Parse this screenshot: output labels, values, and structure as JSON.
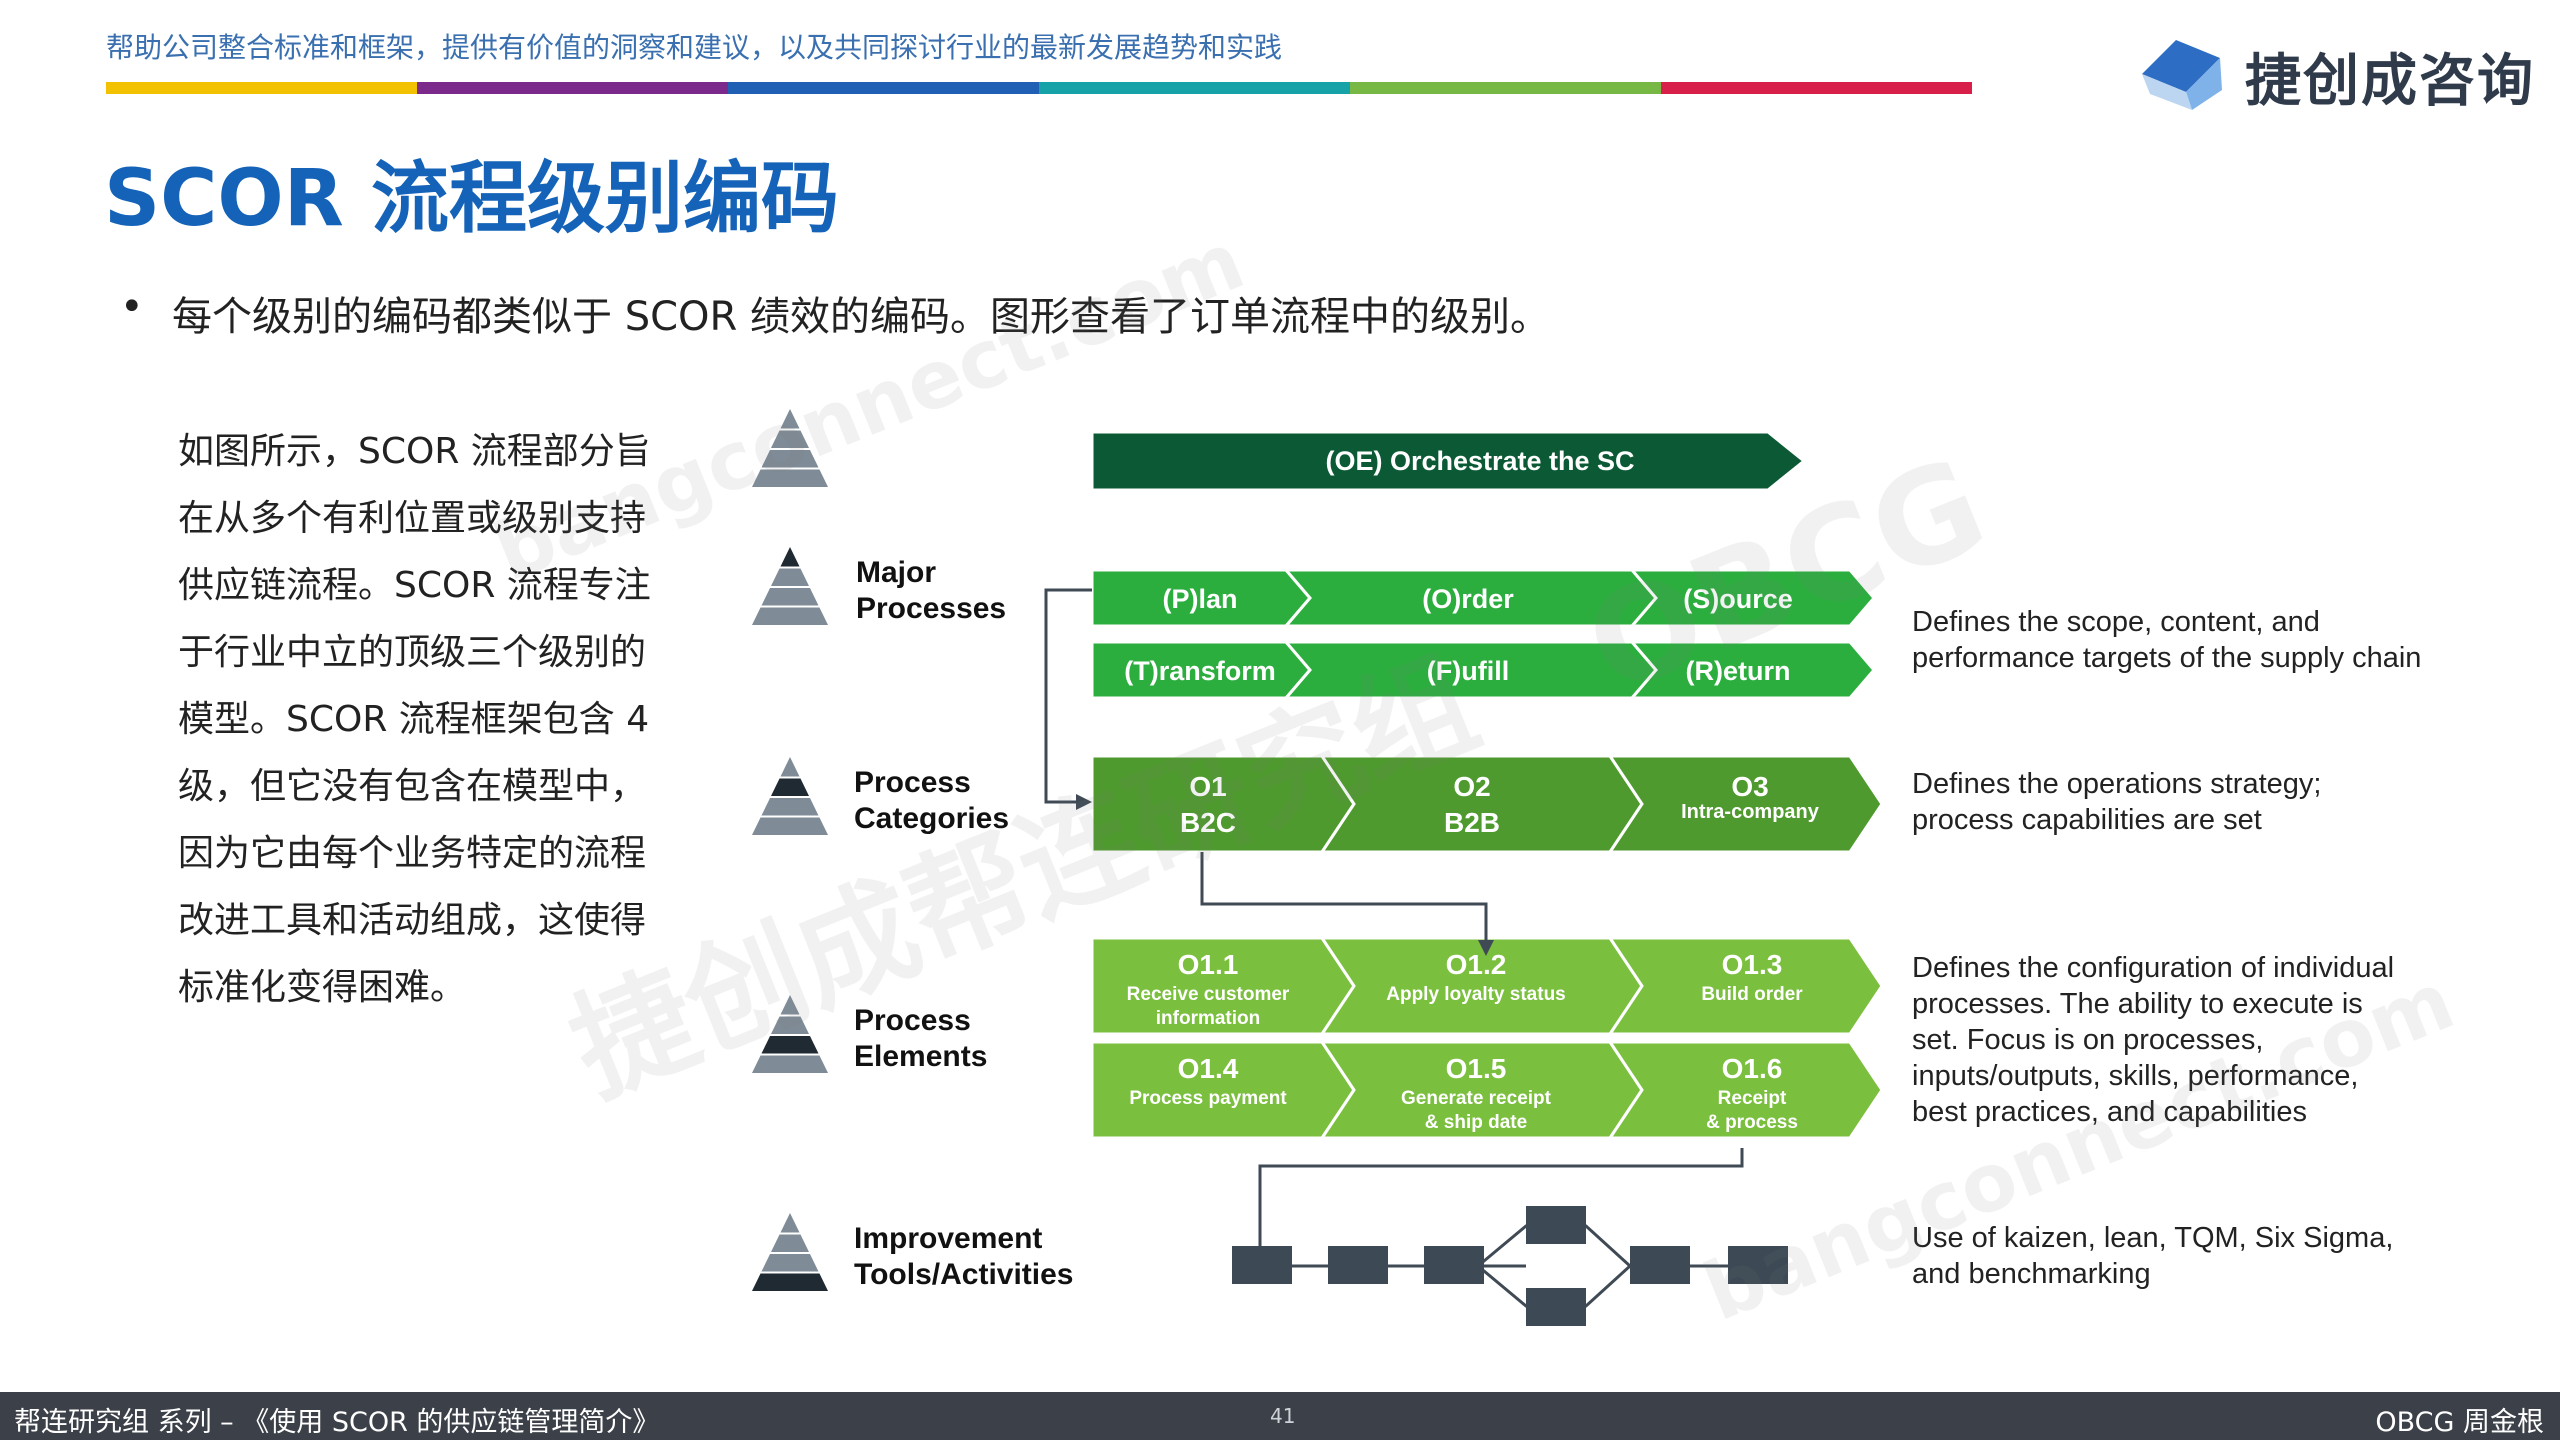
{
  "header": {
    "tagline": "帮助公司整合标准和框架，提供有价值的洞察和建议，以及共同探讨行业的最新发展趋势和实践",
    "stripe_colors": [
      "#f2c200",
      "#7b2a8c",
      "#1f5fb4",
      "#17a2a8",
      "#76b843",
      "#d81f4a"
    ],
    "logo_text": "捷创成咨询"
  },
  "title": "SCOR 流程级别编码",
  "bullet": {
    "dot": "•",
    "text": "每个级别的编码都类似于 SCOR 绩效的编码。图形查看了订单流程中的级别。"
  },
  "paragraph": [
    "如图所示，SCOR 流程部分旨",
    "在从多个有利位置或级别支持",
    "供应链流程。SCOR 流程专注",
    "于行业中立的顶级三个级别的",
    "模型。SCOR 流程框架包含 4",
    "级，但它没有包含在模型中，",
    "因为它由每个业务特定的流程",
    "改进工具和活动组成，这使得",
    "标准化变得困难。"
  ],
  "levels": [
    {
      "label_lines": [],
      "highlight": 0
    },
    {
      "label_lines": [
        "Major",
        "Processes"
      ],
      "highlight": 1
    },
    {
      "label_lines": [
        "Process",
        "Categories"
      ],
      "highlight": 2
    },
    {
      "label_lines": [
        "Process",
        "Elements"
      ],
      "highlight": 3
    },
    {
      "label_lines": [
        "Improvement",
        "Tools/Activities"
      ],
      "highlight": 4
    }
  ],
  "orchestrate": {
    "label": "(OE) Orchestrate the SC",
    "color": "#0c5a35"
  },
  "major_rows": [
    [
      "(P)lan",
      "(O)rder",
      "(S)ource"
    ],
    [
      "(T)ransform",
      "(F)ufill",
      "(R)eturn"
    ]
  ],
  "categories": [
    {
      "code": "O1",
      "name": "B2C"
    },
    {
      "code": "O2",
      "name": "B2B"
    },
    {
      "code": "O3",
      "name": "Intra-company"
    }
  ],
  "elements": [
    [
      {
        "code": "O1.1",
        "name_lines": [
          "Receive customer",
          "information"
        ]
      },
      {
        "code": "O1.2",
        "name_lines": [
          "Apply loyalty status"
        ]
      },
      {
        "code": "O1.3",
        "name_lines": [
          "Build order"
        ]
      }
    ],
    [
      {
        "code": "O1.4",
        "name_lines": [
          "Process payment"
        ]
      },
      {
        "code": "O1.5",
        "name_lines": [
          "Generate receipt",
          "& ship date"
        ]
      },
      {
        "code": "O1.6",
        "name_lines": [
          "Receipt",
          "& process"
        ]
      }
    ]
  ],
  "colors": {
    "major_green": "#2cae3f",
    "category_green": "#4f9a2e",
    "element_green": "#7bbf3f",
    "tool_box": "#3d4a55",
    "pyramid": "#7f8c97",
    "pyramid_dark": "#1f2a33",
    "connector": "#3f4a55"
  },
  "descriptions": [
    {
      "lines": [
        "Defines the scope, content, and",
        "performance targets of the supply chain"
      ]
    },
    {
      "lines": [
        "Defines the operations strategy;",
        "process capabilities are set"
      ]
    },
    {
      "lines": [
        "Defines the configuration of individual",
        "processes. The ability to execute is",
        "set. Focus is on processes,",
        "inputs/outputs, skills, performance,",
        "best practices, and capabilities"
      ]
    },
    {
      "lines": [
        "Use of kaizen, lean, TQM, Six Sigma,",
        "and benchmarking"
      ]
    }
  ],
  "footer": {
    "left": "帮连研究组 系列 – 《使用 SCOR 的供应链管理简介》",
    "center": "41",
    "right": "OBCG 周金根"
  },
  "watermarks": [
    "捷创成帮连研究组",
    "bangconnect.com",
    "OBCG"
  ]
}
